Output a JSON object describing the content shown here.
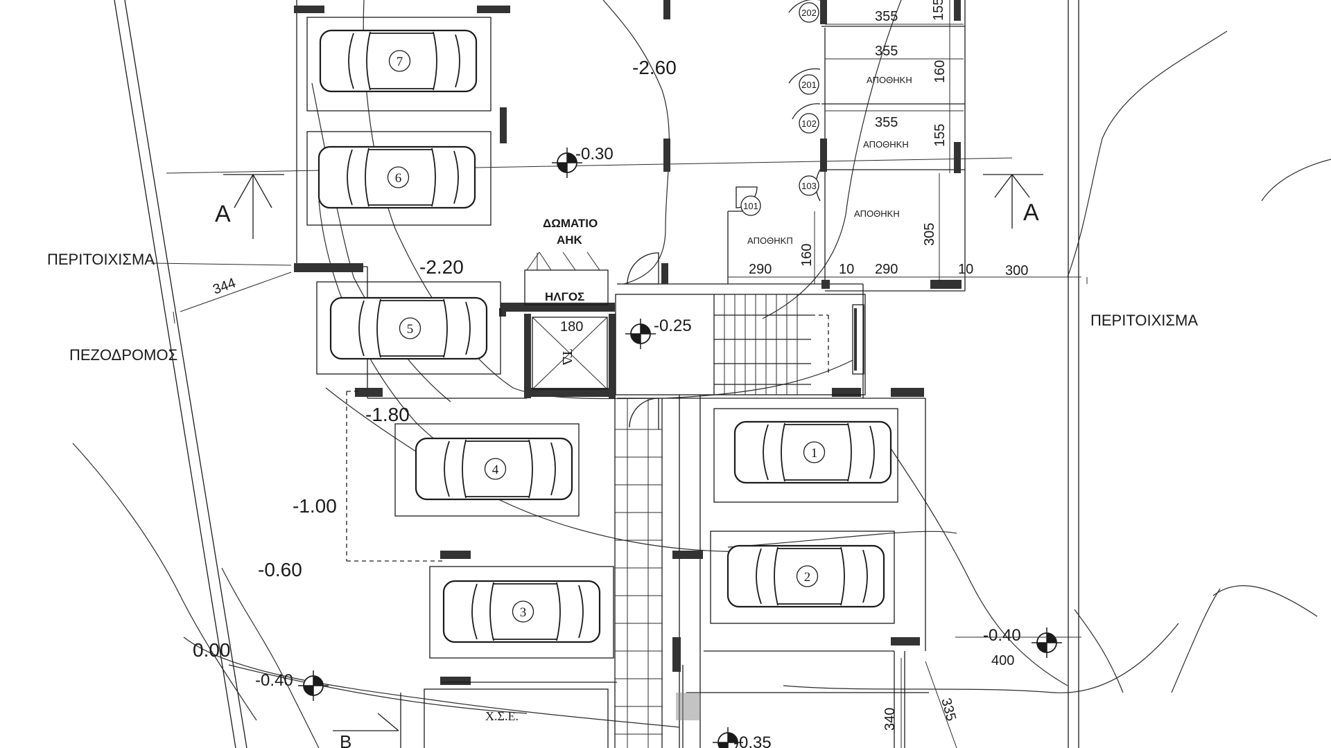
{
  "labels": {
    "boundary_left": "ΠΕΡΙΤΟΙΧΙΣΜΑ",
    "boundary_right": "ΠΕΡΙΤΟΙΧΙΣΜΑ",
    "sidewalk": "ΠΕΖΟΔΡΟΜΟΣ",
    "meter_room_line1": "ΔΩΜΑΤΙΟ",
    "meter_room_line2": "ΑΗΚ",
    "lift": "ΗΛΓΟΣ",
    "storage": "ΑΠΟΘΗΚΗ",
    "storage_101": "ΑΠΟΘΗΚΠ",
    "xse": "Χ.Σ.Ε.",
    "section_a": "A",
    "section_b": "B"
  },
  "levels": {
    "l_260": "-2.60",
    "l_030": "-0.30",
    "l_220": "-2.20",
    "l_025": "-0.25",
    "l_180": "-1.80",
    "l_100": "-1.00",
    "l_060": "-0.60",
    "l_000": "0.00",
    "l_040_left": "-0.40",
    "l_040_right": "-0.40",
    "l_035": "-0.35"
  },
  "dimensions": {
    "d355_a": "355",
    "d355_b": "355",
    "d355_c": "355",
    "d155_a": "155",
    "d160_a": "160",
    "d155_b": "155",
    "d305": "305",
    "d160_b": "160",
    "d290_a": "290",
    "d10_a": "10",
    "d290_b": "290",
    "d10_b": "10",
    "d300": "300",
    "d344": "344",
    "d180": "180",
    "d400": "400",
    "d340": "340",
    "d335": "335"
  },
  "parking_spaces": [
    "1",
    "2",
    "3",
    "4",
    "5",
    "6",
    "7"
  ],
  "storage_numbers": [
    "101",
    "102",
    "103",
    "201",
    "202"
  ],
  "lift_mark": "ΤΔ"
}
